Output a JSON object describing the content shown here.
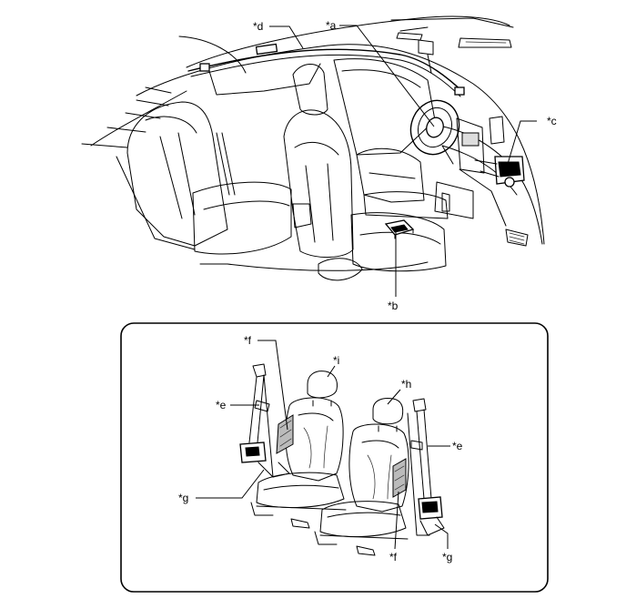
{
  "labels": {
    "a": "*a",
    "b": "*b",
    "c": "*c",
    "d": "*d",
    "e_left": "*e",
    "e_right": "*e",
    "f_top": "*f",
    "f_bottom": "*f",
    "g_left": "*g",
    "g_right": "*g",
    "h": "*h",
    "i": "*i"
  }
}
